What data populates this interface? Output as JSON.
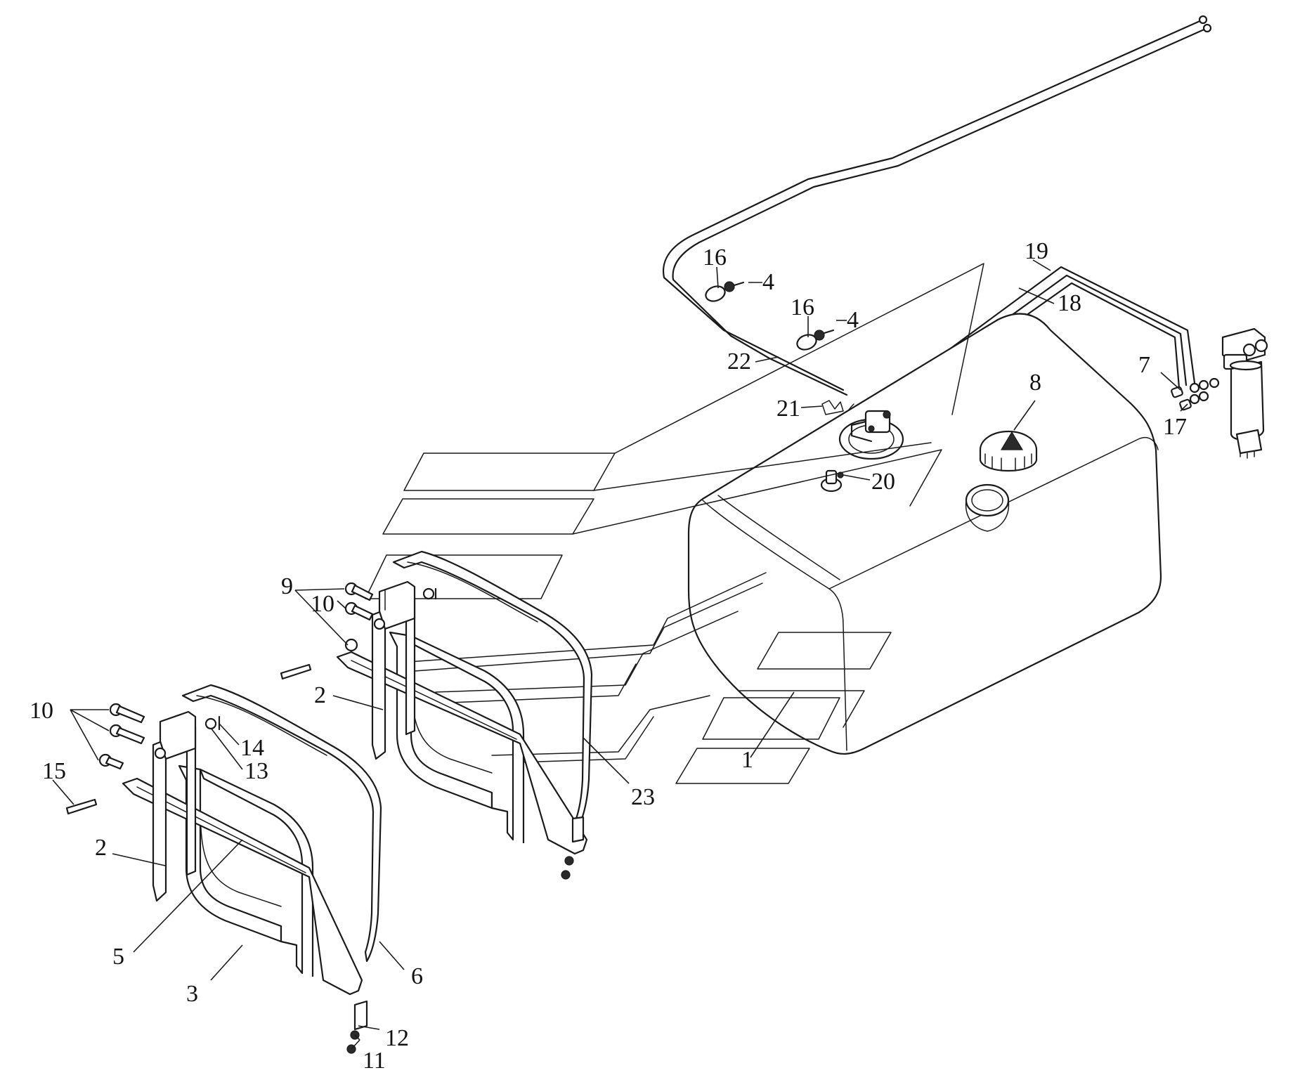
{
  "callouts": [
    {
      "id": "c1",
      "text": "1"
    },
    {
      "id": "c2a",
      "text": "2"
    },
    {
      "id": "c2b",
      "text": "2"
    },
    {
      "id": "c3",
      "text": "3"
    },
    {
      "id": "c4a",
      "text": "4"
    },
    {
      "id": "c4b",
      "text": "4"
    },
    {
      "id": "c5",
      "text": "5"
    },
    {
      "id": "c6",
      "text": "6"
    },
    {
      "id": "c7",
      "text": "7"
    },
    {
      "id": "c8",
      "text": "8"
    },
    {
      "id": "c9",
      "text": "9"
    },
    {
      "id": "c10a",
      "text": "10"
    },
    {
      "id": "c10b",
      "text": "10"
    },
    {
      "id": "c11",
      "text": "11"
    },
    {
      "id": "c12",
      "text": "12"
    },
    {
      "id": "c13",
      "text": "13"
    },
    {
      "id": "c14",
      "text": "14"
    },
    {
      "id": "c15",
      "text": "15"
    },
    {
      "id": "c16a",
      "text": "16"
    },
    {
      "id": "c16b",
      "text": "16"
    },
    {
      "id": "c17",
      "text": "17"
    },
    {
      "id": "c18",
      "text": "18"
    },
    {
      "id": "c19",
      "text": "19"
    },
    {
      "id": "c20",
      "text": "20"
    },
    {
      "id": "c21",
      "text": "21"
    },
    {
      "id": "c22",
      "text": "22"
    },
    {
      "id": "c23",
      "text": "23"
    }
  ],
  "colors": {
    "line": "#1a1a1a",
    "background": "#ffffff"
  }
}
